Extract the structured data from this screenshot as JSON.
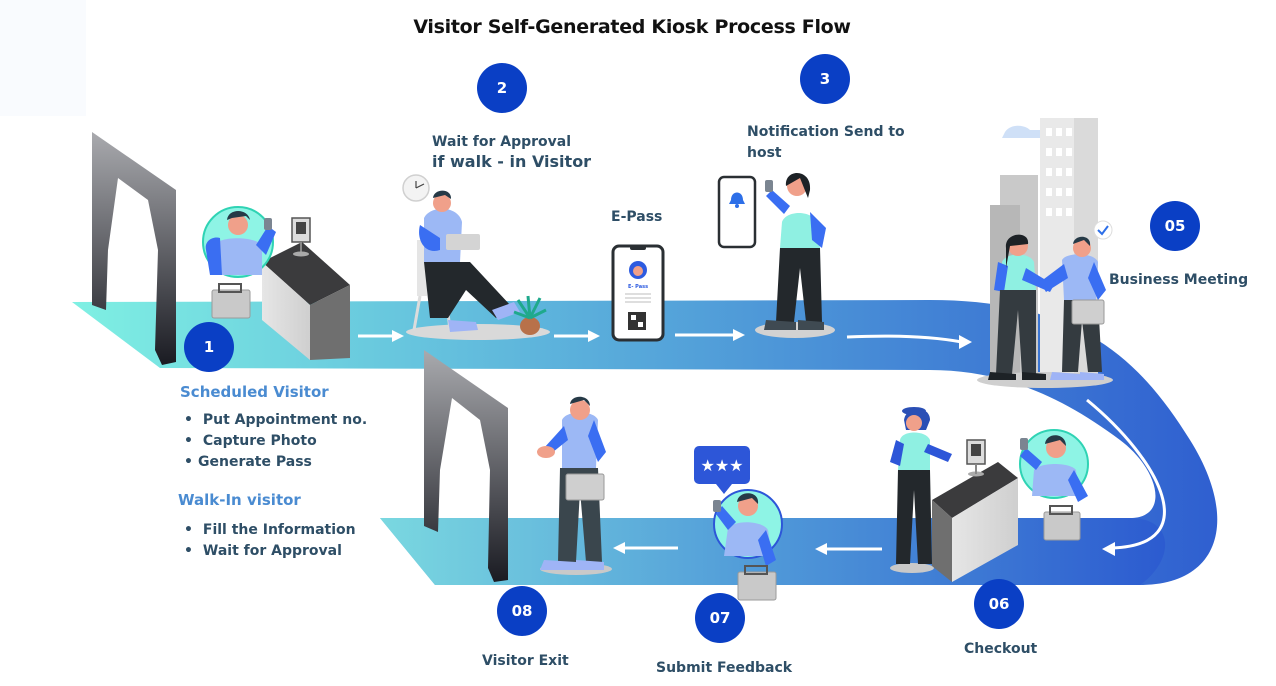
{
  "title": "Visitor Self-Generated Kiosk Process Flow",
  "colors": {
    "step_circle": "#0a3fc5",
    "label_text": "#2e4e66",
    "section_heading": "#4a8bd1",
    "path_start": "#7ff0e3",
    "path_end": "#2f5fd0"
  },
  "steps": [
    {
      "number": "1",
      "label": ""
    },
    {
      "number": "2",
      "label_line1": "Wait for Approval",
      "label_line2": "if walk  -  in Visitor"
    },
    {
      "number": "3",
      "label_line1": "Notification Send to",
      "label_line2": "host"
    },
    {
      "number": "05",
      "label": "Business Meeting"
    },
    {
      "number": "06",
      "label": "Checkout"
    },
    {
      "number": "07",
      "label": "Submit Feedback"
    },
    {
      "number": "08",
      "label": "Visitor Exit"
    }
  ],
  "epass": {
    "label": "E-Pass",
    "card_text": "E- Pass"
  },
  "scheduled_visitor": {
    "heading": "Scheduled Visitor",
    "items": [
      "Put Appointment no.",
      "Capture Photo",
      "Generate Pass"
    ]
  },
  "walkin_visitor": {
    "heading": "Walk-In visitor",
    "items": [
      "Fill the Information",
      "Wait for Approval"
    ]
  },
  "bullet_glyph": "•",
  "feedback_stars": "★★★"
}
